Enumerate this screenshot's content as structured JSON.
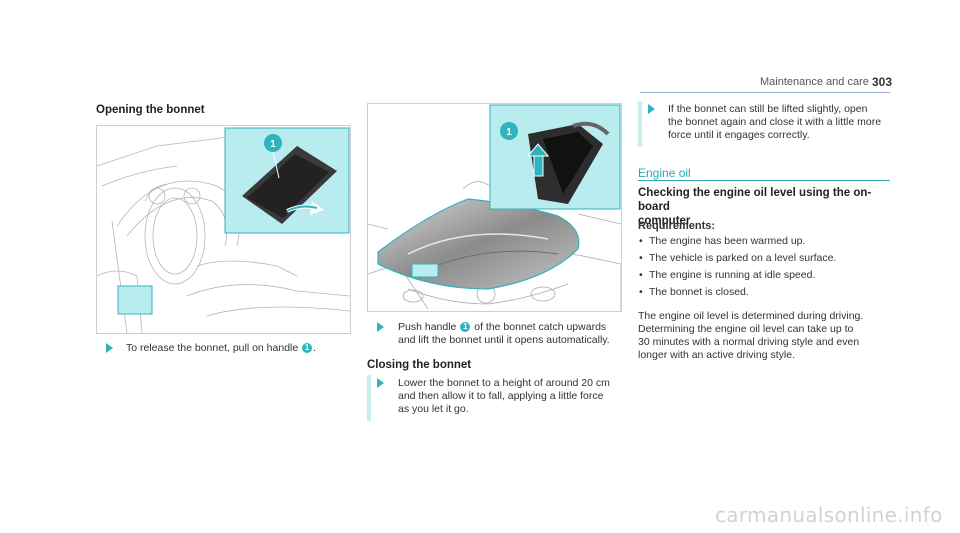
{
  "header": {
    "title": "Maintenance and care",
    "page_number": "303"
  },
  "opening": {
    "heading": "Opening the bonnet",
    "callout": "1",
    "step_pre": "To release the bonnet, pull on handle",
    "step_post": "."
  },
  "push": {
    "pre": "Push handle",
    "callout": "1",
    "line1_post": "of the bonnet catch upwards",
    "line2": "and lift the bonnet until it opens automatically."
  },
  "closing": {
    "heading": "Closing the bonnet",
    "lines": [
      "Lower the bonnet to a height of around 20 cm",
      "and then allow it to fall, applying a little force",
      "as you let it go."
    ]
  },
  "lift_note": {
    "lines": [
      "If the bonnet can still be lifted slightly, open",
      "the bonnet again and close it with a little more",
      "force until it engages correctly."
    ]
  },
  "engine_oil": {
    "section_title": "Engine oil",
    "heading_lines": [
      "Checking the engine oil level using the on-board",
      "computer"
    ],
    "requirements_label": "Requirements:",
    "requirements": [
      "The engine has been warmed up.",
      "The vehicle is parked on a level surface.",
      "The engine is running at idle speed.",
      "The bonnet is closed."
    ],
    "body_lines": [
      "The engine oil level is determined during driving.",
      "Determining the engine oil level can take up to",
      "30 minutes with a normal driving style and even",
      "longer with an active driving style."
    ]
  },
  "watermark": "carmanualsonline.info",
  "colors": {
    "accent": "#2fb3bd",
    "highlight_bg": "#b8ecef",
    "callout_bar": "#c7eef0"
  }
}
